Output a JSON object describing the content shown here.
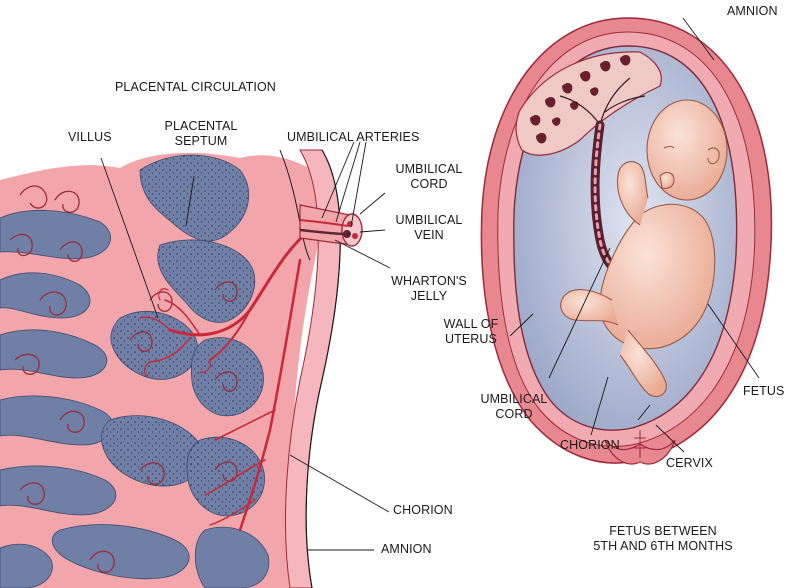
{
  "colors": {
    "tissue": "#f2a6ab",
    "tissue_dark": "#d9727c",
    "blood_space": "#6f7fa6",
    "vessel": "#c8283a",
    "uterus_wall": "#e98791",
    "uterus_outline": "#9c2a3a",
    "amniotic_fluid": "#b9c3dd",
    "fetus_skin": "#f6cfc0",
    "leader_line": "#1a1a1a"
  },
  "left_panel": {
    "title": "PLACENTAL CIRCULATION",
    "labels": {
      "villus": "VILLUS",
      "placental_septum": "PLACENTAL\nSEPTUM",
      "umbilical_arteries": "UMBILICAL ARTERIES",
      "umbilical_cord": "UMBILICAL\nCORD",
      "umbilical_vein": "UMBILICAL\nVEIN",
      "whartons_jelly": "WHARTON'S\nJELLY",
      "chorion": "CHORION",
      "amnion": "AMNION"
    }
  },
  "right_panel": {
    "caption": "FETUS BETWEEN\n5TH AND 6TH MONTHS",
    "labels": {
      "amnion": "AMNION",
      "wall_of_uterus": "WALL OF\nUTERUS",
      "umbilical_cord": "UMBILICAL\nCORD",
      "chorion": "CHORION",
      "cervix": "CERVIX",
      "fetus": "FETUS"
    }
  }
}
